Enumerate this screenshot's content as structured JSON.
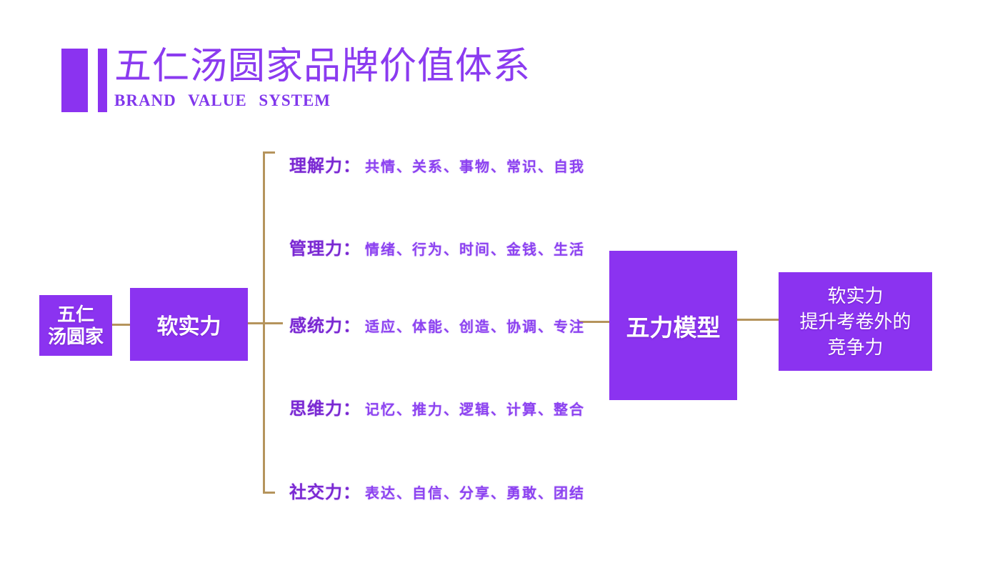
{
  "colors": {
    "node_purple": "#8b33f0",
    "title_purple": "#8b3bf0",
    "row_label_purple": "#7a28d2",
    "row_items_purple": "#8c42f0",
    "connector_tan": "#b5945c",
    "node_text": "#ffffff",
    "background": "#ffffff"
  },
  "header": {
    "title": "五仁汤圆家品牌价值体系",
    "subtitle": "BRAND VALUE SYSTEM"
  },
  "diagram": {
    "brand_box": {
      "line1": "五仁",
      "line2": "汤圆家"
    },
    "soft_box": {
      "label": "软实力"
    },
    "rows": [
      {
        "label": "理解力：",
        "items": "共情、关系、事物、常识、自我"
      },
      {
        "label": "管理力：",
        "items": "情绪、行为、时间、金钱、生活"
      },
      {
        "label": "感统力：",
        "items": "适应、体能、创造、协调、专注"
      },
      {
        "label": "思维力：",
        "items": "记忆、推力、逻辑、计算、整合"
      },
      {
        "label": "社交力：",
        "items": "表达、自信、分享、勇敢、团结"
      }
    ],
    "model_box": {
      "label": "五力模型"
    },
    "result_box": {
      "line1": "软实力",
      "line2": "提升考卷外的",
      "line3": "竞争力"
    }
  }
}
